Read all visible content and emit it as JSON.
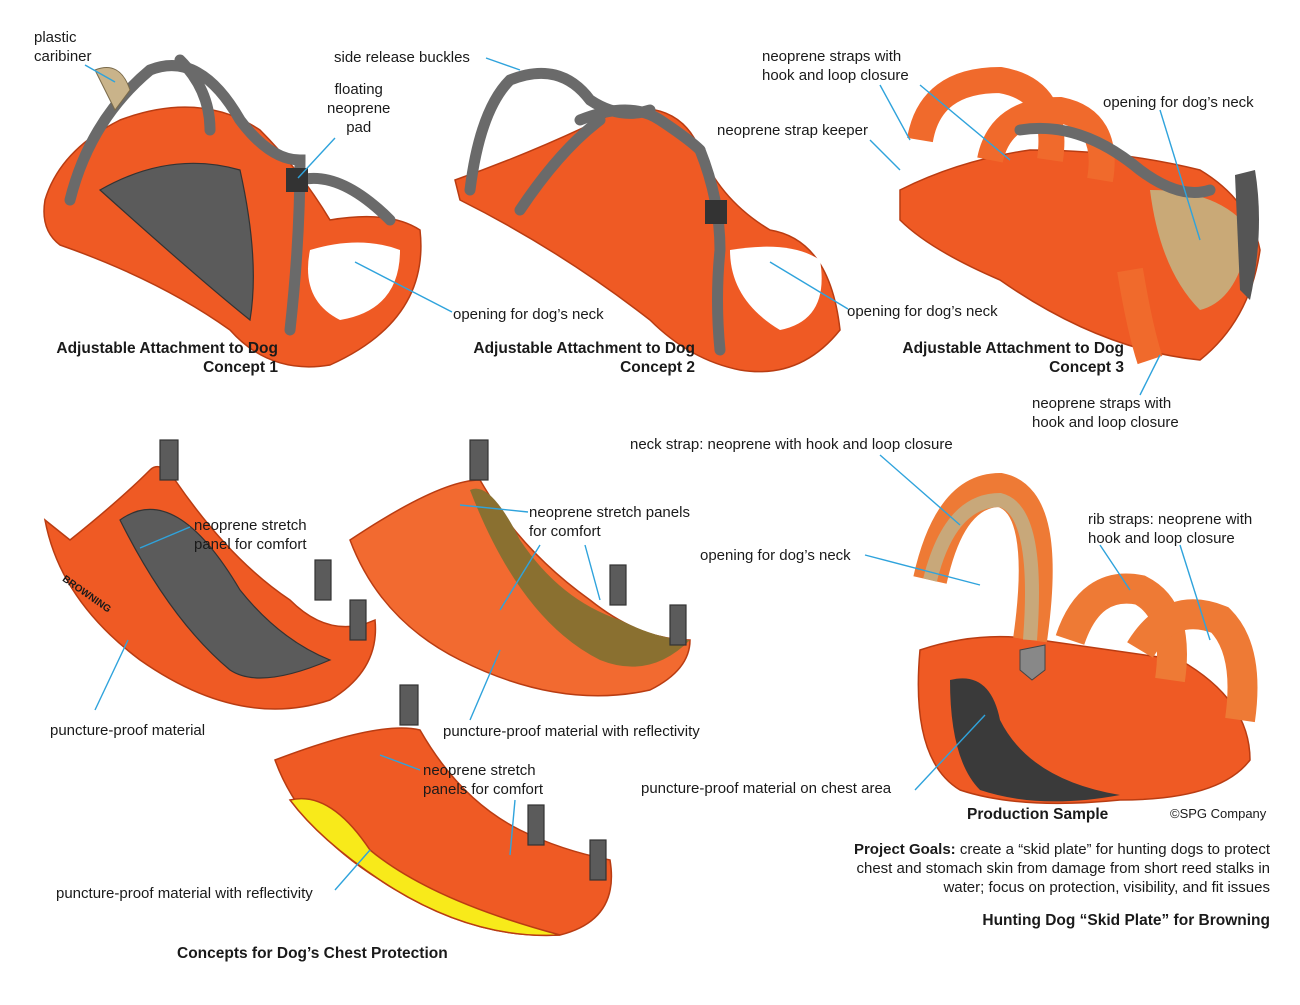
{
  "concept1": {
    "labels": {
      "caribiner": [
        "plastic",
        "caribiner"
      ],
      "pad": [
        "floating",
        "neoprene",
        "pad"
      ],
      "neck": "opening for dog’s neck"
    },
    "title": [
      "Adjustable Attachment to Dog",
      "Concept 1"
    ]
  },
  "concept2": {
    "labels": {
      "buckles": "side release buckles",
      "keeper": "neoprene strap keeper",
      "neck": "opening for dog’s neck"
    },
    "title": [
      "Adjustable Attachment to Dog",
      "Concept 2"
    ]
  },
  "concept3": {
    "labels": {
      "straps_top": [
        "neoprene straps with",
        "hook and loop closure"
      ],
      "neck": "opening for dog’s neck",
      "straps_bottom": [
        "neoprene straps with",
        "hook and loop closure"
      ]
    },
    "title": [
      "Adjustable Attachment to Dog",
      "Concept 3"
    ]
  },
  "chest": {
    "labels": {
      "panel1": [
        "neoprene stretch",
        "panel for comfort"
      ],
      "material1": "puncture-proof material",
      "panels2": [
        "neoprene stretch panels",
        "for comfort"
      ],
      "material2": "puncture-proof material with reflectivity",
      "panels3": [
        "neoprene stretch",
        "panels for comfort"
      ],
      "material3": "puncture-proof material with reflectivity"
    },
    "brand": "BROWNING",
    "title": "Concepts for Dog’s Chest Protection"
  },
  "production": {
    "labels": {
      "neck_strap": "neck strap: neoprene with hook and loop closure",
      "rib_straps": [
        "rib straps: neoprene with",
        "hook and loop closure"
      ],
      "neck": "opening for dog’s neck",
      "chest": "puncture-proof material on chest area"
    },
    "title": "Production Sample",
    "copyright": "©SPG Company"
  },
  "project": {
    "goals_label": "Project Goals:",
    "goals_text": [
      " create a “skid plate” for hunting dogs to protect",
      "chest and stomach skin from damage from short reed stalks in",
      "water; focus on protection, visibility, and fit issues"
    ],
    "title": "Hunting Dog “Skid Plate” for Browning"
  },
  "colors": {
    "orange": "#ef5a24",
    "gray": "#5b5b5b",
    "leader": "#2fa3dc",
    "yellow": "#f8ea1a"
  }
}
